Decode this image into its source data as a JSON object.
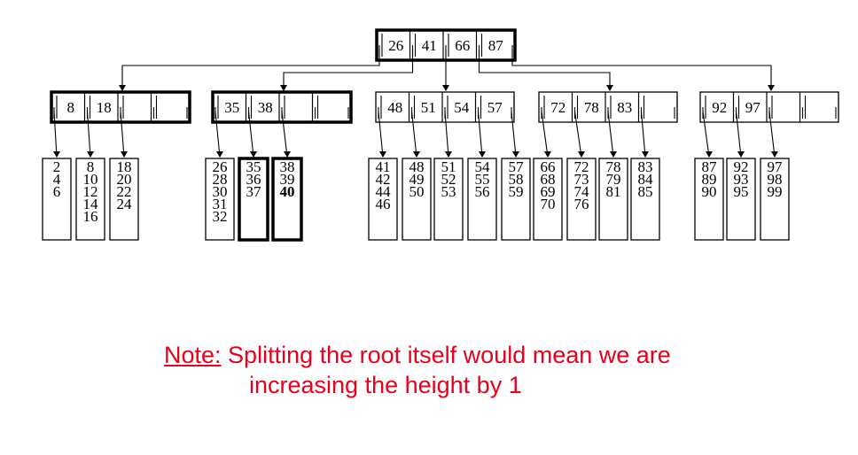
{
  "tree": {
    "root": {
      "keys": [
        "26",
        "41",
        "66",
        "87"
      ],
      "bold": true
    },
    "internal": [
      {
        "keys": [
          "8",
          "18"
        ],
        "bold": true
      },
      {
        "keys": [
          "35",
          "38"
        ],
        "bold": true
      },
      {
        "keys": [
          "48",
          "51",
          "54",
          "57"
        ],
        "bold": false
      },
      {
        "keys": [
          "72",
          "78",
          "83"
        ],
        "bold": false
      },
      {
        "keys": [
          "92",
          "97"
        ],
        "bold": false
      }
    ],
    "leaves": [
      [
        {
          "values": [
            "2",
            "4",
            "6"
          ],
          "bold": false
        },
        {
          "values": [
            "8",
            "10",
            "12",
            "14",
            "16"
          ],
          "bold": false
        },
        {
          "values": [
            "18",
            "20",
            "22",
            "24"
          ],
          "bold": false
        }
      ],
      [
        {
          "values": [
            "26",
            "28",
            "30",
            "31",
            "32"
          ],
          "bold": false
        },
        {
          "values": [
            "35",
            "36",
            "37"
          ],
          "bold": true
        },
        {
          "values": [
            "38",
            "39",
            "40"
          ],
          "bold": true,
          "bold_values": [
            "40"
          ]
        }
      ],
      [
        {
          "values": [
            "41",
            "42",
            "44",
            "46"
          ],
          "bold": false
        },
        {
          "values": [
            "48",
            "49",
            "50"
          ],
          "bold": false
        },
        {
          "values": [
            "51",
            "52",
            "53"
          ],
          "bold": false
        },
        {
          "values": [
            "54",
            "55",
            "56"
          ],
          "bold": false
        },
        {
          "values": [
            "57",
            "58",
            "59"
          ],
          "bold": false
        }
      ],
      [
        {
          "values": [
            "66",
            "68",
            "69",
            "70"
          ],
          "bold": false
        },
        {
          "values": [
            "72",
            "73",
            "74",
            "76"
          ],
          "bold": false
        },
        {
          "values": [
            "78",
            "79",
            "81"
          ],
          "bold": false
        },
        {
          "values": [
            "83",
            "84",
            "85"
          ],
          "bold": false
        }
      ],
      [
        {
          "values": [
            "87",
            "89",
            "90"
          ],
          "bold": false
        },
        {
          "values": [
            "92",
            "93",
            "95"
          ],
          "bold": false
        },
        {
          "values": [
            "97",
            "98",
            "99"
          ],
          "bold": false
        }
      ]
    ]
  },
  "note": {
    "label": "Note:",
    "line1": " Splitting the root itself would mean we are",
    "line2": "increasing the height by 1"
  },
  "colors": {
    "note": "#e8001c",
    "lines": "#000000"
  }
}
